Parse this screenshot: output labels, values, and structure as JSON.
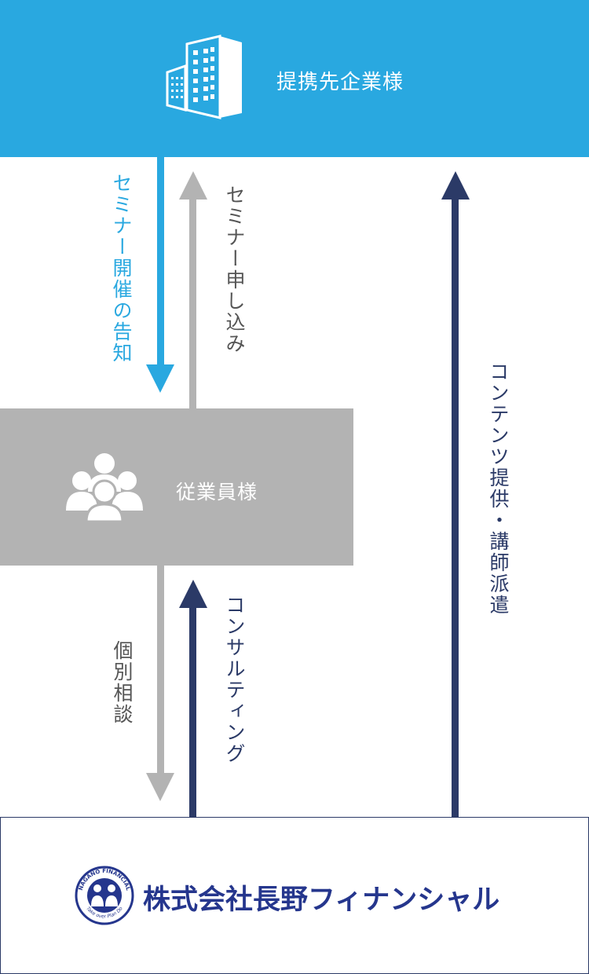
{
  "nodes": {
    "partner": "提携先企業様",
    "employee": "従業員様",
    "company": "株式会社長野フィナンシャル"
  },
  "edges": {
    "seminar_notice": "セミナー開催の告知",
    "seminar_apply": "セミナー申し込み",
    "content_dispatch": "コンテンツ提供・講師派遣",
    "consultation": "個別相談",
    "consulting": "コンサルティング"
  },
  "logo_text": {
    "top": "NAGANO FINANCIAL",
    "bottom": "Take over Plan Do"
  },
  "colors": {
    "blue": "#29a8e0",
    "gray": "#b3b3b3",
    "navy": "#2b3a67",
    "brand": "#25368d"
  }
}
